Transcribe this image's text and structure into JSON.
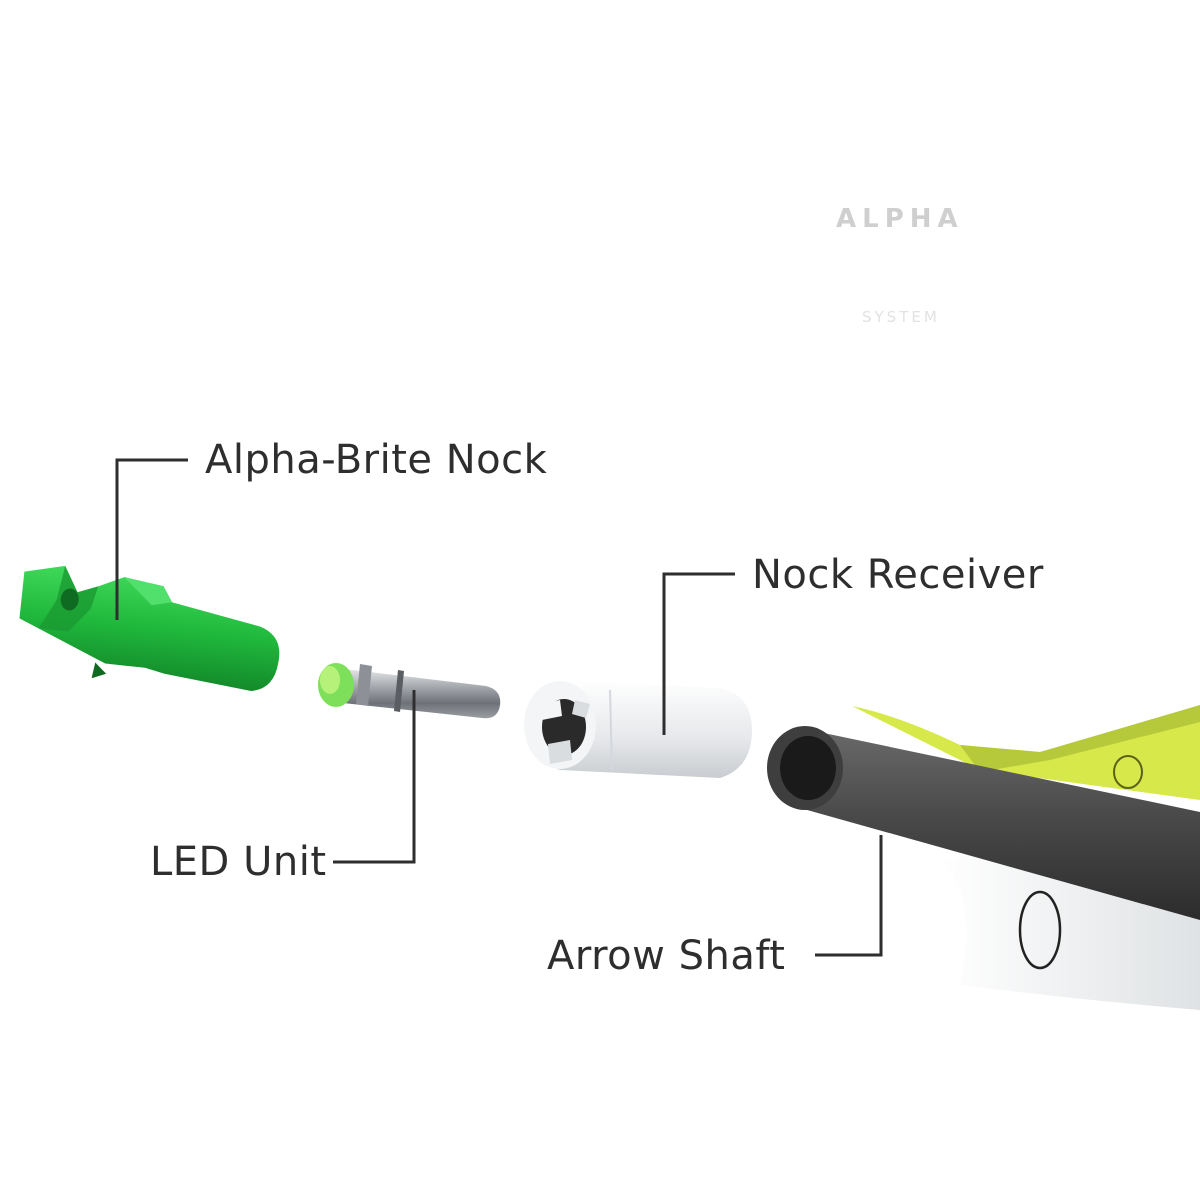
{
  "brand": {
    "title": "ALPHA",
    "tagline": "SYSTEM"
  },
  "labels": {
    "nock": "Alpha-Brite Nock",
    "receiver": "Nock Receiver",
    "led": "LED Unit",
    "shaft": "Arrow Shaft"
  },
  "colors": {
    "nock_green": "#2ec84a",
    "led_green": "#7ee05a",
    "vane_yellow": "#d6e84a",
    "shaft_gray": "#4a4a4a",
    "receiver_white": "#eef0f2",
    "leader_line": "#2e2e2e"
  }
}
